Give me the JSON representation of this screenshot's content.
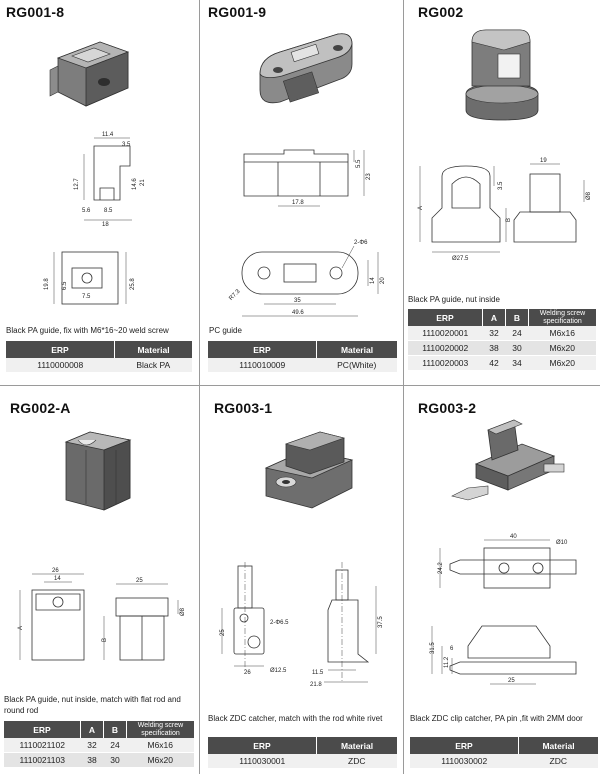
{
  "products": [
    {
      "code": "RG001-8",
      "description": "Black PA guide, fix with M6*16~20 weld screw",
      "table": {
        "headers": [
          "ERP",
          "Material"
        ],
        "rows": [
          [
            "1110000008",
            "Black PA"
          ]
        ]
      },
      "dims": [
        "11.4",
        "3.5",
        "12.7",
        "14.6",
        "21",
        "5.6",
        "8.5",
        "18",
        "19.8",
        "6.5",
        "7.5",
        "25.8"
      ]
    },
    {
      "code": "RG001-9",
      "description": "PC guide",
      "table": {
        "headers": [
          "ERP",
          "Material"
        ],
        "rows": [
          [
            "1110010009",
            "PC(White)"
          ]
        ]
      },
      "dims": [
        "5.5",
        "23",
        "17.8",
        "2-Φ6",
        "14",
        "20",
        "R7.3",
        "35",
        "49.6"
      ]
    },
    {
      "code": "RG002",
      "description": "Black PA guide, nut inside",
      "table": {
        "headers": [
          "ERP",
          "A",
          "B",
          "Welding screw specification"
        ],
        "rows": [
          [
            "1110020001",
            "32",
            "24",
            "M6x16"
          ],
          [
            "1110020002",
            "38",
            "30",
            "M6x20"
          ],
          [
            "1110020003",
            "42",
            "34",
            "M6x20"
          ]
        ]
      },
      "dims": [
        "3.5",
        "A",
        "B",
        "Ø27.5",
        "19",
        "Ø8"
      ]
    },
    {
      "code": "RG002-A",
      "description": "Black PA guide, nut inside, match with flat rod and round rod",
      "table": {
        "headers": [
          "ERP",
          "A",
          "B",
          "Welding screw specification"
        ],
        "rows": [
          [
            "1110021102",
            "32",
            "24",
            "M6x16"
          ],
          [
            "1110021103",
            "38",
            "30",
            "M6x20"
          ]
        ]
      },
      "dims": [
        "26",
        "14",
        "A",
        "25",
        "Ø8",
        "B"
      ]
    },
    {
      "code": "RG003-1",
      "description": "Black ZDC catcher, match with the rod white rivet",
      "table": {
        "headers": [
          "ERP",
          "Material"
        ],
        "rows": [
          [
            "1110030001",
            "ZDC"
          ]
        ]
      },
      "dims": [
        "25",
        "2-Φ6.5",
        "26",
        "Ø12.5",
        "37.5",
        "11.5",
        "21.8"
      ]
    },
    {
      "code": "RG003-2",
      "description": "Black ZDC clip catcher, PA pin ,fit with 2MM door",
      "table": {
        "headers": [
          "ERP",
          "Material"
        ],
        "rows": [
          [
            "1110030002",
            "ZDC"
          ]
        ]
      },
      "dims": [
        "40",
        "Ø10",
        "24.2",
        "31.5",
        "11.2",
        "6",
        "25"
      ]
    }
  ]
}
